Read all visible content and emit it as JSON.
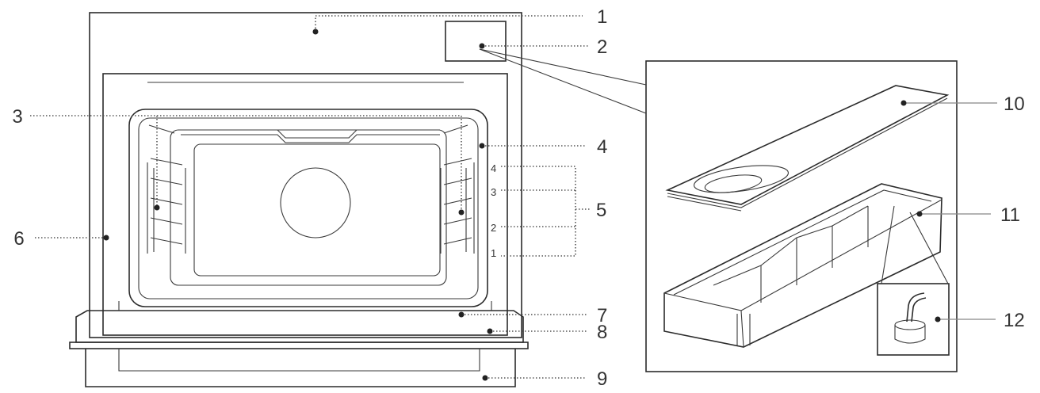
{
  "callouts": [
    {
      "number": "1"
    },
    {
      "number": "2"
    },
    {
      "number": "3"
    },
    {
      "number": "4"
    },
    {
      "number": "5"
    },
    {
      "number": "6"
    },
    {
      "number": "7"
    },
    {
      "number": "8"
    },
    {
      "number": "9"
    },
    {
      "number": "10"
    },
    {
      "number": "11"
    },
    {
      "number": "12"
    }
  ],
  "shelf_marks": [
    "4",
    "3",
    "2",
    "1"
  ]
}
